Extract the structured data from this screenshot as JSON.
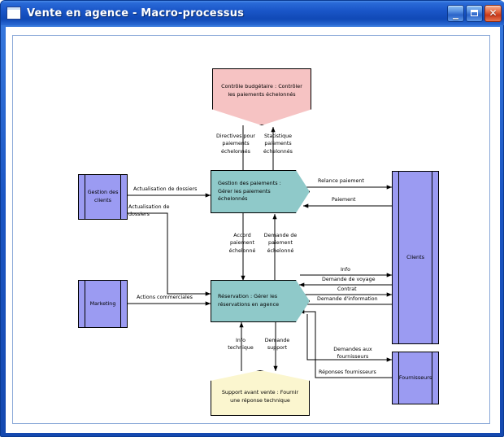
{
  "window": {
    "title": "Vente en agence - Macro-processus",
    "icon": "window-document-icon",
    "minimize_label": "_",
    "maximize_label": "□",
    "close_label": "✕"
  },
  "colors": {
    "titlebar_blue": "#1a56c8",
    "window_border": "#0b3a92",
    "entity_fill": "#9b9bf2",
    "process_fill": "#8fc9c9",
    "control_fill": "#f6c3c3",
    "support_fill": "#fbf6cf",
    "canvas": "#ffffff",
    "stroke": "#000000"
  },
  "diagram": {
    "nodes": {
      "control_budget": {
        "label": "Contrôle budgétaire : Contrôler les paiements échelonnés",
        "type": "control"
      },
      "gestion_clients": {
        "label": "Gestion des clients",
        "type": "external-entity"
      },
      "marketing": {
        "label": "Marketing",
        "type": "external-entity"
      },
      "gestion_paiements": {
        "label": "Gestion des paiements : Gérer les paiements échelonnés",
        "type": "process"
      },
      "reservation": {
        "label": "Réservation : Gérer les réservations en agence",
        "type": "process"
      },
      "support_avant_vente": {
        "label": "Support avant vente : Fournir une réponse technique",
        "type": "support"
      },
      "clients": {
        "label": "Clients",
        "type": "external-entity"
      },
      "fournisseurs": {
        "label": "Fournisseurs",
        "type": "external-entity"
      }
    },
    "flows": {
      "directives": "Directives pour paiements échelonnés",
      "statistique": "Statistique paiements échelonnés",
      "actualisation_dossiers_1": "Actualisation de dossiers",
      "actualisation_dossiers_2": "Actualisation de dossiers",
      "actions_commerciales": "Actions commerciales",
      "relance_paiement": "Relance paiement",
      "paiement": "Paiement",
      "accord_paiement": "Accord paiement échelonné",
      "demande_paiement": "Demande de paiement échelonné",
      "info": "Info",
      "demande_voyage": "Demande de voyage",
      "contrat": "Contrat",
      "demande_information": "Demande d'information",
      "info_technique": "Info technique",
      "demande_support": "Demande support",
      "demandes_fournisseurs": "Demandes aux fournisseurs",
      "reponses_fournisseurs": "Réponses fournisseurs"
    }
  }
}
